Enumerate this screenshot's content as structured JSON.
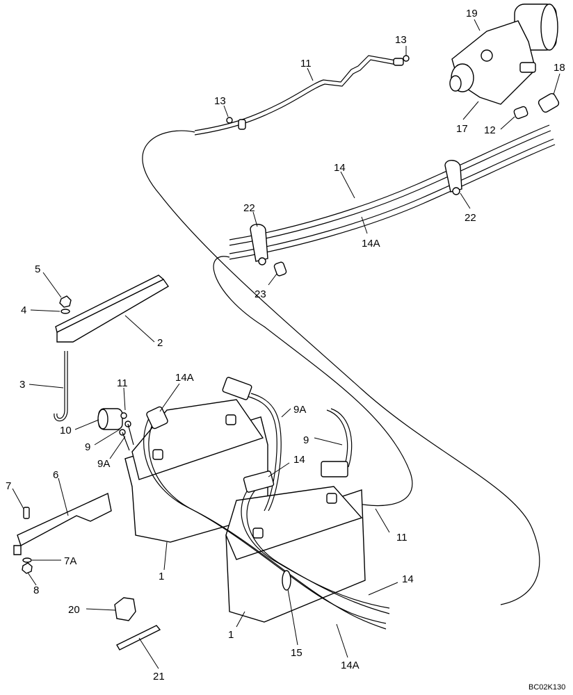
{
  "labels": {
    "l1a": "1",
    "l1b": "1",
    "l2": "2",
    "l3": "3",
    "l4": "4",
    "l5": "5",
    "l6": "6",
    "l7": "7",
    "l7a": "7A",
    "l8": "8",
    "l9a": "9",
    "l9b": "9",
    "l9Aa": "9A",
    "l9Ab": "9A",
    "l10": "10",
    "l11a": "11",
    "l11b": "11",
    "l11c": "11",
    "l12": "12",
    "l13a": "13",
    "l13b": "13",
    "l14a": "14",
    "l14b": "14",
    "l14c": "14",
    "l14Aa": "14A",
    "l14Ab": "14A",
    "l14Ac": "14A",
    "l15": "15",
    "l17": "17",
    "l18": "18",
    "l19": "19",
    "l20": "20",
    "l21": "21",
    "l22a": "22",
    "l22b": "22",
    "l23": "23"
  },
  "drawing_code": "BC02K130"
}
